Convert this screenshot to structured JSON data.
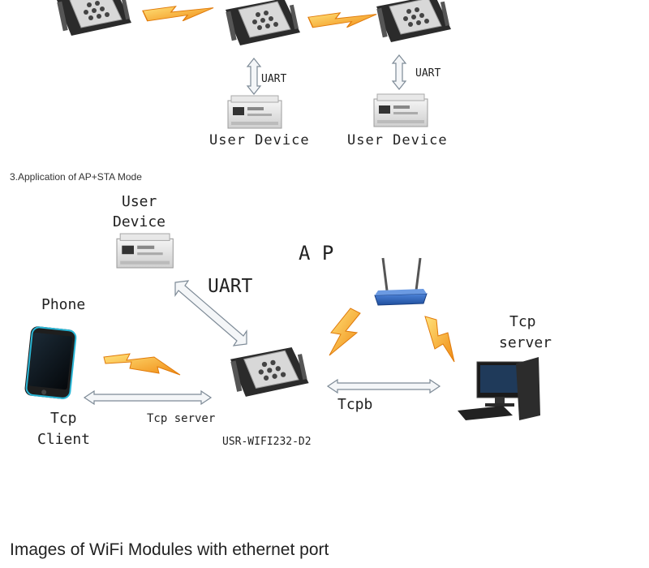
{
  "top": {
    "uart_label_1": "UART",
    "uart_label_2": "UART",
    "user_device_1": "User Device",
    "user_device_2": "User Device"
  },
  "section": {
    "heading": "3.Application of AP+STA Mode"
  },
  "diagram": {
    "user_device_line1": "User",
    "user_device_line2": "Device",
    "ap_label": "A P",
    "uart_label": "UART",
    "phone_label": "Phone",
    "tcp_server_right_line1": "Tcp",
    "tcp_server_right_line2": "server",
    "tcp_client_line1": "Tcp",
    "tcp_client_line2": "Client",
    "tcp_server_link": "Tcp server",
    "tcpb_label": "Tcpb",
    "module_label": "USR-WIFI232-D2"
  },
  "footer": {
    "heading": "Images of WiFi Modules with ethernet port"
  },
  "colors": {
    "lightning_orange": "#f29a1a",
    "lightning_yellow": "#ffd44a",
    "module_board": "#2b2b2b",
    "module_shield": "#d9d9d9",
    "router_blue": "#2a5fb8",
    "arrow_fill": "#f4f6f8",
    "arrow_stroke": "#7d8a96"
  }
}
